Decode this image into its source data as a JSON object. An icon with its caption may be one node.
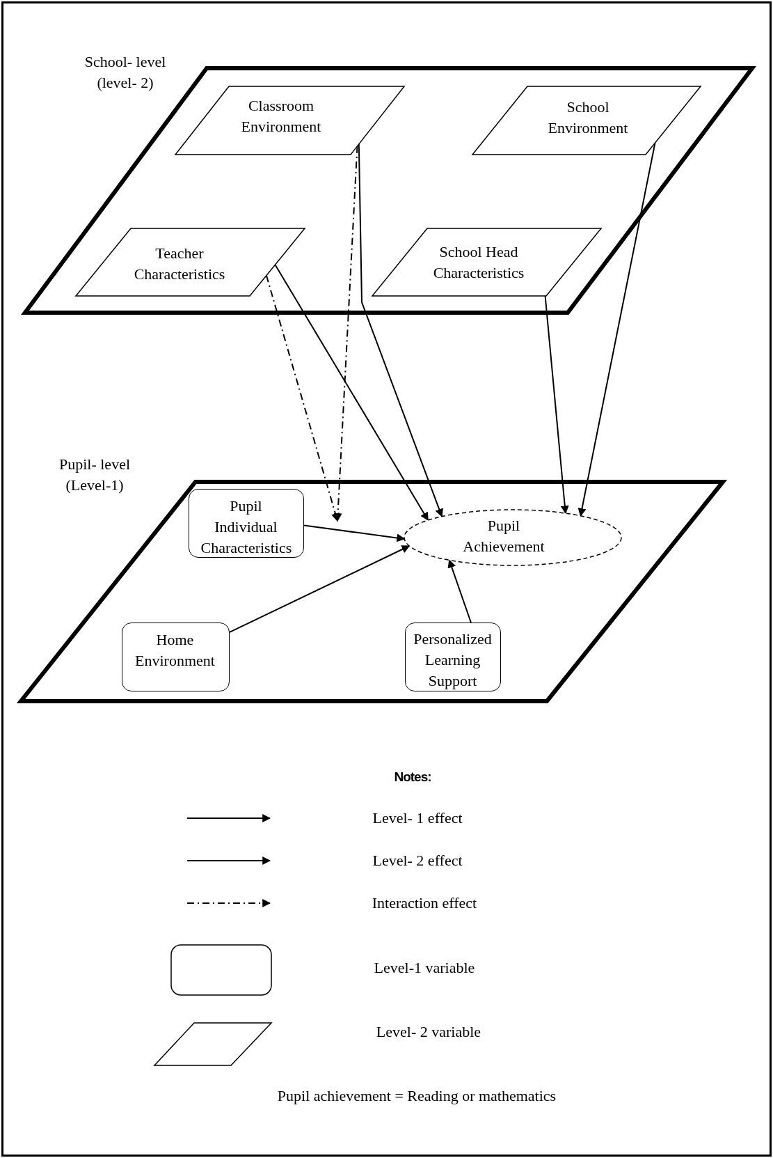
{
  "diagram": {
    "nodes": [
      {
        "text": [
          "School- level (level- 2)"
        ]
      },
      {
        "text": [
          "Classroom Environment"
        ],
        "in": 0
      },
      {
        "text": [
          "School Environment"
        ],
        "in": 0
      },
      {
        "text": [
          "Teacher Characteristics"
        ],
        "in": 0
      },
      {
        "text": [
          "School Head Characteristics"
        ],
        "in": 0
      },
      {
        "text": [
          "Pupil- level (Level-1)"
        ]
      },
      {
        "text": [
          "Pupil Individual Characteristics"
        ],
        "in": 5
      },
      {
        "text": [
          "Pupil Achievement"
        ],
        "in": 5
      },
      {
        "text": [
          "Home Environment"
        ],
        "in": 5
      },
      {
        "text": [
          "Personalized Learning Support"
        ],
        "in": 5
      }
    ],
    "edges": [
      {
        "from": 1,
        "to": 7,
        "arrow": "to"
      },
      {
        "from": 2,
        "to": 7,
        "arrow": "to"
      },
      {
        "from": 3,
        "to": 7,
        "arrow": "to"
      },
      {
        "from": 4,
        "to": 7,
        "arrow": "to"
      },
      {
        "from": 3,
        "to": null,
        "arrow": "to",
        "style": "dashed"
      },
      {
        "from": 1,
        "to": null,
        "arrow": "to",
        "style": "dashed"
      },
      {
        "from": 6,
        "to": 7,
        "arrow": "to"
      },
      {
        "from": 8,
        "to": 7,
        "arrow": "to"
      },
      {
        "from": 9,
        "to": 7,
        "arrow": "to"
      }
    ],
    "labels": [
      "Notes:",
      "Pupil achievement = Reading or mathematics"
    ],
    "legend": [
      {
        "text": "Level- 1 effect"
      },
      {
        "text": "Level- 2 effect"
      },
      {
        "text": "Interaction effect"
      },
      {
        "text": "Level-1 variable"
      },
      {
        "text": "Level- 2 variable"
      }
    ]
  }
}
